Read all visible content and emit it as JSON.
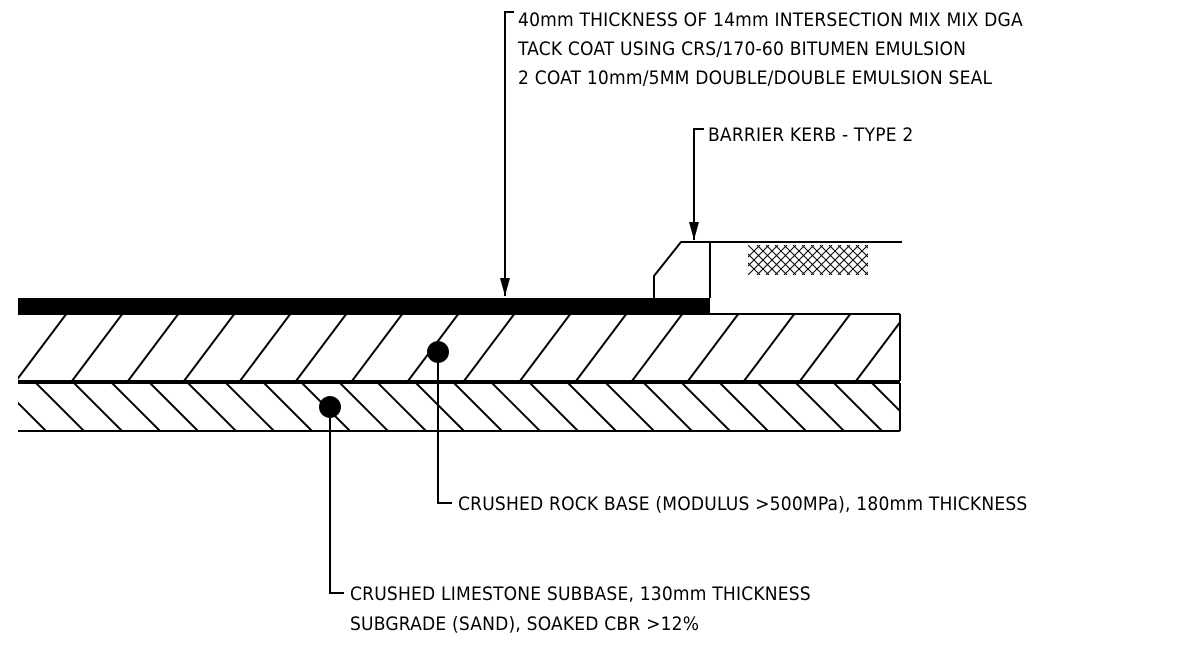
{
  "notes": {
    "surface": [
      "40mm THICKNESS OF 14mm INTERSECTION MIX MIX DGA",
      "TACK COAT USING CRS/170-60 BITUMEN EMULSION",
      "2 COAT 10mm/5MM DOUBLE/DOUBLE EMULSION SEAL"
    ],
    "kerb": "BARRIER KERB - TYPE 2",
    "base": "CRUSHED ROCK BASE (MODULUS >500MPa), 180mm THICKNESS",
    "subbase": [
      "CRUSHED LIMESTONE SUBBASE, 130mm THICKNESS",
      "SUBGRADE (SAND), SOAKED CBR >12%"
    ]
  }
}
